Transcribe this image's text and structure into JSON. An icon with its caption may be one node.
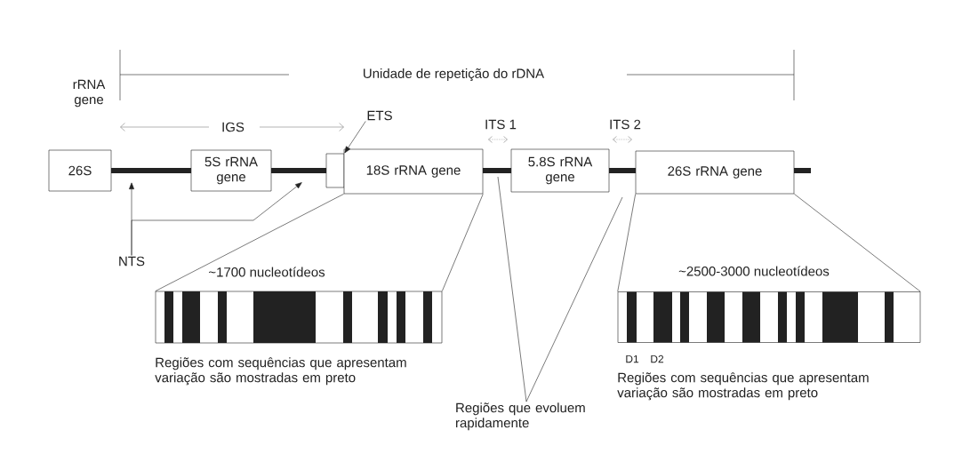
{
  "diagram": {
    "nodes": [
      {
        "text": [
          "26S"
        ]
      },
      {
        "text": [
          "5S rRNA gene"
        ]
      },
      {
        "text": [],
        "shape": "box"
      },
      {
        "text": [
          "18S rRNA gene"
        ]
      },
      {
        "text": [
          "5.8S rRNA gene"
        ]
      },
      {
        "text": [
          "26S rRNA gene"
        ]
      },
      {
        "text": [
          "ETS"
        ]
      },
      {
        "text": [
          "NTS"
        ]
      },
      {
        "text": [
          "~1700 nucleotídeos"
        ]
      },
      {
        "text": [
          "~2500-3000 nucleotídeos"
        ]
      },
      {
        "text": [
          "Regiões que evoluem rapidamente"
        ]
      }
    ],
    "edges": [
      {
        "from": 6,
        "to": 2,
        "arrow": "to"
      },
      {
        "from": 7,
        "to": null,
        "arrow": "to"
      },
      {
        "from": 7,
        "to": null,
        "arrow": "to"
      },
      {
        "from": 3,
        "to": 8,
        "arrow": "none"
      },
      {
        "from": 3,
        "to": 8,
        "arrow": "none"
      },
      {
        "from": 5,
        "to": 9,
        "arrow": "none"
      },
      {
        "from": 5,
        "to": 9,
        "arrow": "none"
      },
      {
        "from": 10,
        "to": null,
        "arrow": "none"
      },
      {
        "from": 10,
        "to": null,
        "arrow": "none"
      }
    ],
    "labels": [
      "Unidade de repetição do rDNA",
      "rRNA gene",
      "IGS",
      "ITS 1",
      "ITS 2",
      "Regiões com sequências que apresentam variação são mostradas em preto",
      "D1",
      "D2",
      "Regiões com sequências que apresentam variação são mostradas em preto"
    ]
  }
}
